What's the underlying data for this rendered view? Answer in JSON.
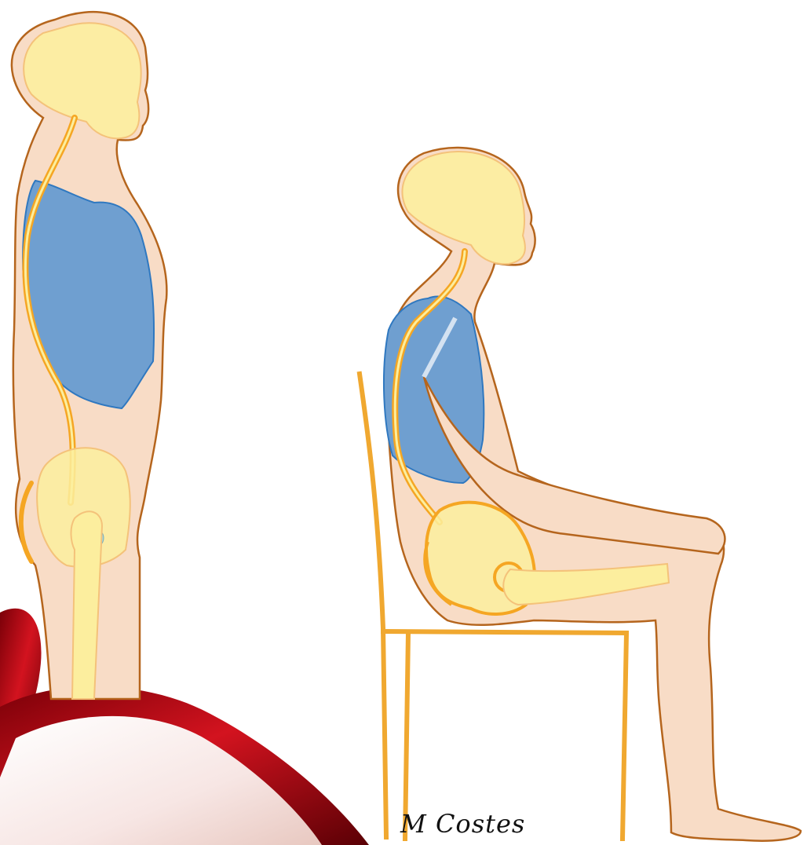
{
  "signature": "M Costes",
  "colors": {
    "skin": "#F8DCC6",
    "skin_outline": "#B5651D",
    "bone": "#FCEE9E",
    "bone_outline": "#F4C27A",
    "spine": "#F5A623",
    "lungs": "#6F9FD0",
    "lungs_outline": "#2F78C0",
    "chair": "#F0A830",
    "accent_red": "#C0101A",
    "hip_joint": "#A8D8D8"
  },
  "figures": [
    {
      "pose": "standing"
    },
    {
      "pose": "seated"
    }
  ]
}
